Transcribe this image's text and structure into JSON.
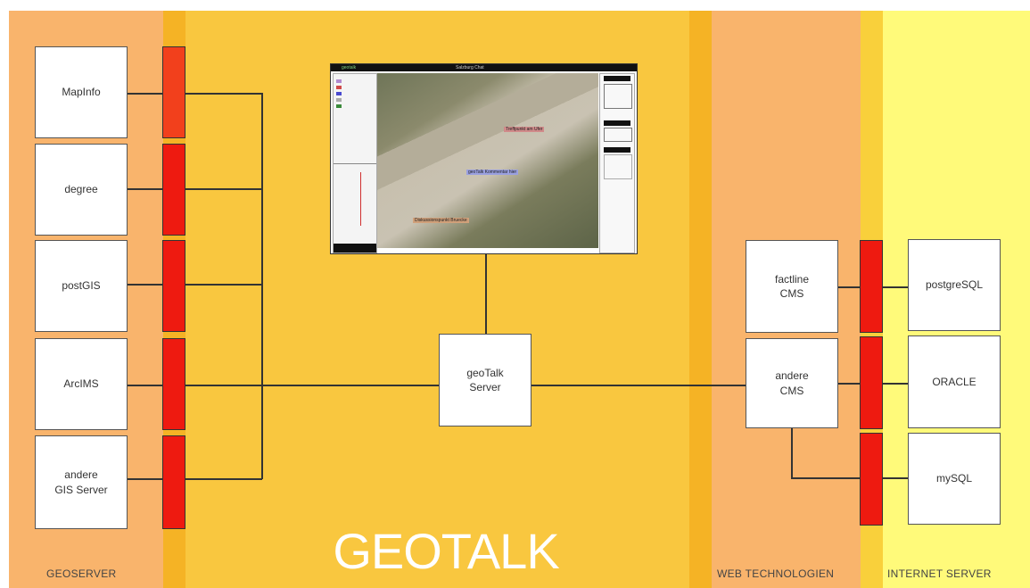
{
  "title": "GEOTALK",
  "zones": {
    "geoserver": "GEOSERVER",
    "web": "WEB TECHNOLOGIEN",
    "internet": "INTERNET SERVER"
  },
  "geoserver_boxes": [
    "MapInfo",
    "degree",
    "postGIS",
    "ArcIMS",
    "andere\nGIS Server"
  ],
  "center_box": "geoTalk\nServer",
  "cms_boxes": [
    "factline\nCMS",
    "andere\nCMS"
  ],
  "db_boxes": [
    "postgreSQL",
    "ORACLE",
    "mySQL"
  ],
  "screenshot": {
    "app_label": "geotalk",
    "top_center": "Salzburg Chat",
    "map_labels": [
      "Treffpunkt am Ufer",
      "geoTalk Kommentar hier",
      "Diskussionspunkt Bruecke"
    ]
  },
  "colors": {
    "geoserver_band": "#f9b46c",
    "geotalk_band": "#f9c73f",
    "divider_band": "#f5b325",
    "web_band": "#f9b46c",
    "internet_band": "#fffa7a",
    "connector": "#ee1a10"
  }
}
